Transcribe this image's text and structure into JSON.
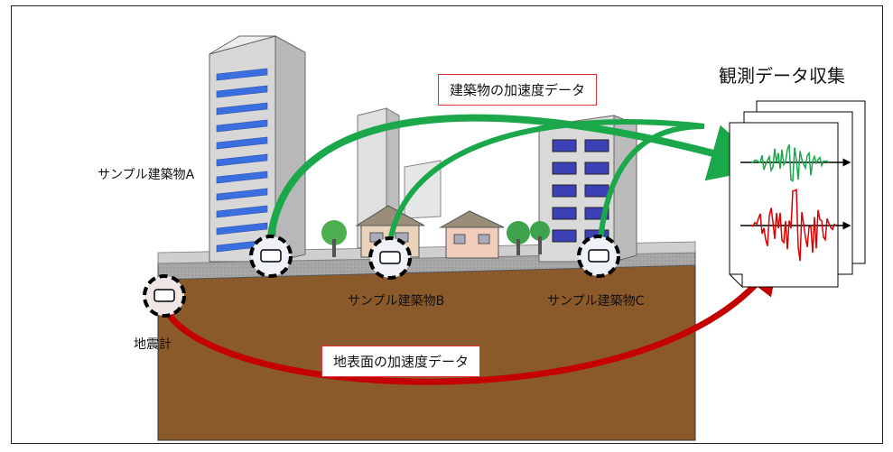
{
  "labels": {
    "title": "観測データ収集",
    "building_accel": "建築物の加速度データ",
    "surface_accel": "地表面の加速度データ",
    "building_a": "サンプル建築物A",
    "building_b": "サンプル建築物B",
    "building_c": "サンプル建築物C",
    "seismometer": "地震計"
  },
  "colors": {
    "green_arrow": "#1aa84a",
    "red_arrow": "#c40000",
    "ground": "#8b5a2b",
    "building_window": "#3b6fe0",
    "building_c_window": "#3c42b5",
    "label_border": "#e03030"
  },
  "icons": {
    "seismometer_marker": "dashed-circle-sensor-icon",
    "data_document": "waveform-document-icon"
  }
}
